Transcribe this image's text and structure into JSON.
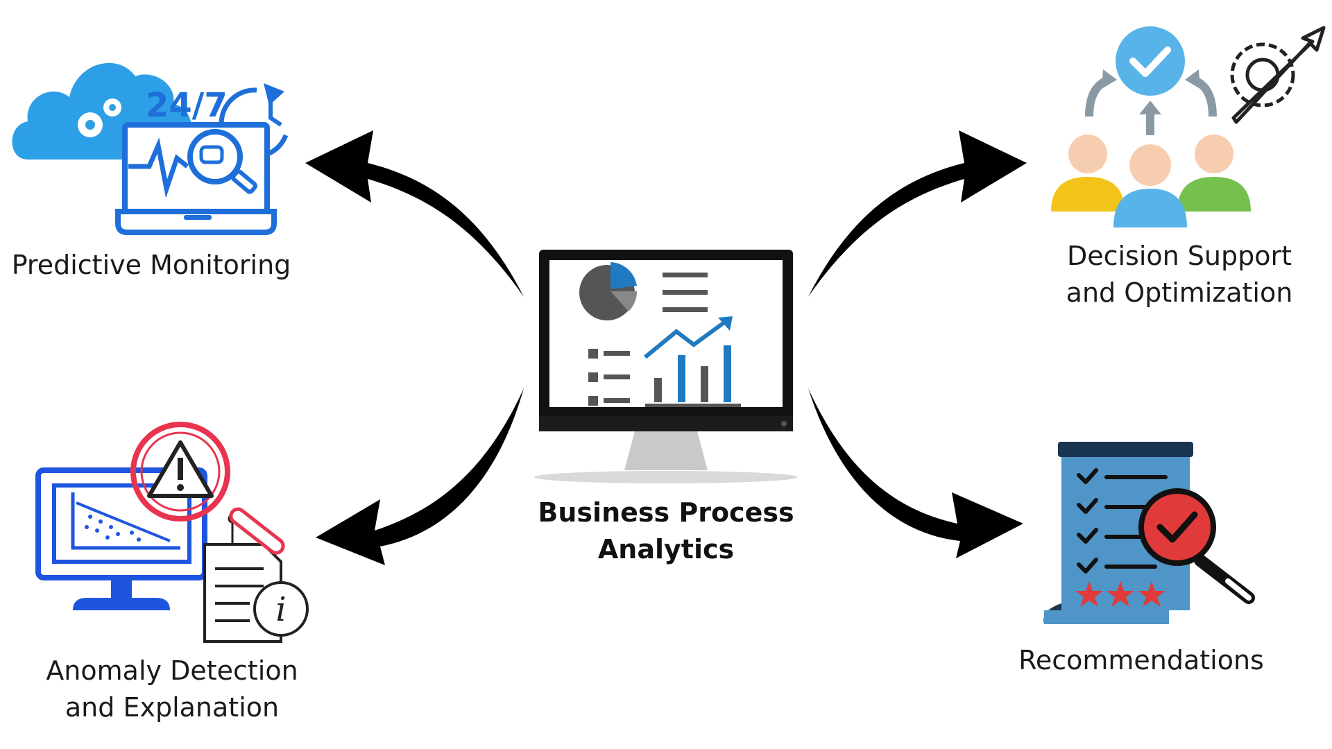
{
  "center": {
    "title_line1": "Business Process",
    "title_line2": "Analytics"
  },
  "nodes": {
    "predictive_monitoring": {
      "line1": "Predictive Monitoring",
      "badge": "24/7"
    },
    "decision_support": {
      "line1": "Decision Support",
      "line2": "and Optimization"
    },
    "anomaly_detection": {
      "line1": "Anomaly Detection",
      "line2": "and Explanation"
    },
    "recommendations": {
      "line1": "Recommendations"
    }
  },
  "colors": {
    "arrow": "#000000",
    "blue_icon": "#1e6fd9",
    "cloud": "#2d9fe6",
    "chart_blue": "#1f7ac2",
    "alert_red": "#e8344e",
    "scroll_blue": "#4f95c7",
    "check_red": "#e03a3a",
    "yellow": "#f2c318",
    "green": "#76c04d",
    "light_blue": "#58b4e8"
  }
}
